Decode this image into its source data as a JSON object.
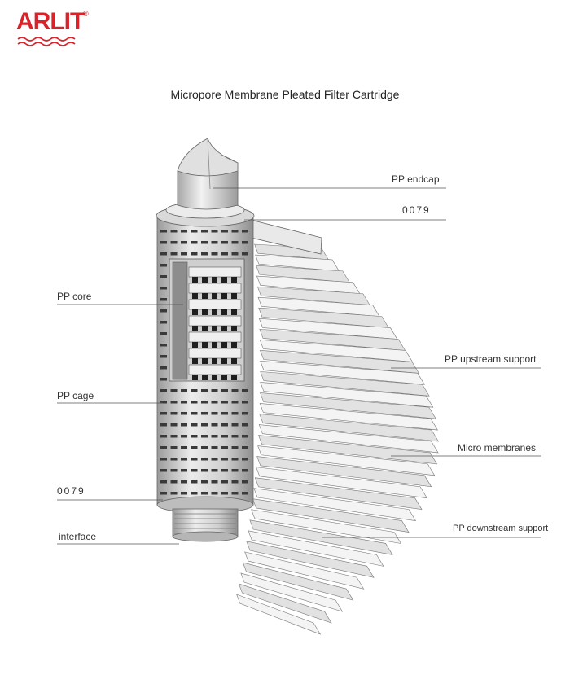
{
  "brand": {
    "logo_text": "ARLIT",
    "registered_mark": "®",
    "accent_color": "#d8232a"
  },
  "title": "Micropore Membrane Pleated Filter Cartridge",
  "labels": {
    "pp_endcap": "PP endcap",
    "code_top": "0079",
    "pp_core": "PP core",
    "pp_upstream_support": "PP upstream support",
    "pp_cage": "PP cage",
    "micro_membranes": "Micro membranes",
    "code_bottom": "0079",
    "pp_downstream_support": "PP downstream support",
    "interface": "interface"
  },
  "colors": {
    "line": "#555555",
    "body_light": "#e6e6e6",
    "body_mid": "#c4c4c4",
    "body_dark": "#8a8a8a",
    "slot": "#333333"
  }
}
